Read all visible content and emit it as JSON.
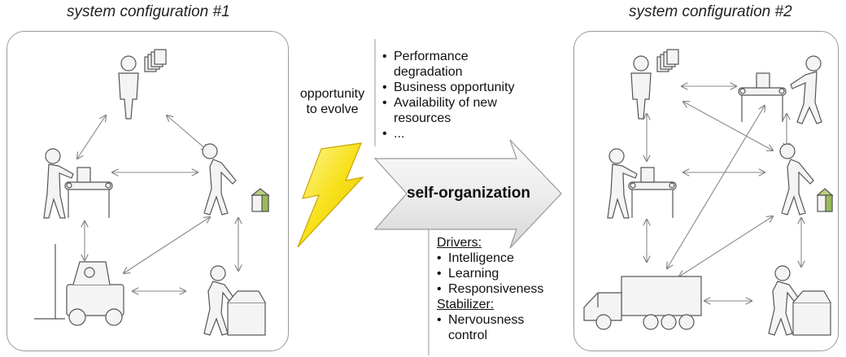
{
  "config1_title": "system configuration #1",
  "config2_title": "system configuration #2",
  "trigger": {
    "line1": "opportunity",
    "line2": "to evolve"
  },
  "triggers_list": [
    "Performance degradation",
    "Business opportunity",
    "Availability of new resources",
    "..."
  ],
  "arrow_label": "self-organization",
  "drivers": {
    "heading": "Drivers:",
    "items": [
      "Intelligence",
      "Learning",
      "Responsiveness"
    ]
  },
  "stabilizer": {
    "heading": "Stabilizer:",
    "items": [
      "Nervousness control"
    ]
  },
  "colors": {
    "bolt_fill": "#f7e11a",
    "bolt_stroke": "#c9a400",
    "box_green": "#9bbb59",
    "frame": "#9a9a9a"
  }
}
